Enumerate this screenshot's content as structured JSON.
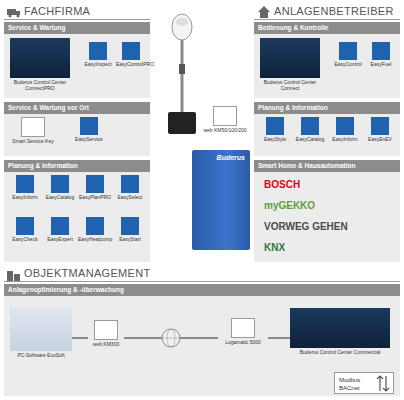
{
  "diagram": {
    "nodes": [
      {
        "text": [
          "FACHFIRMA"
        ]
      },
      {
        "text": [
          "Service & Wartung"
        ],
        "in": 0
      },
      {
        "text": [
          "Buderus Control Center ConnectPRO"
        ],
        "in": 1
      },
      {
        "text": [
          "EasyInspect"
        ],
        "in": 1
      },
      {
        "text": [
          "EasyControlPRO"
        ],
        "in": 1
      },
      {
        "text": [
          "Service & Wartung vor Ort"
        ],
        "in": 0
      },
      {
        "text": [
          "Smart Service Key"
        ],
        "in": 5
      },
      {
        "text": [
          "EasyService"
        ],
        "in": 5
      },
      {
        "text": [
          "Planung & Information"
        ],
        "in": 0
      },
      {
        "text": [
          "EasyInform"
        ],
        "in": 8
      },
      {
        "text": [
          "EasyCatalog"
        ],
        "in": 8
      },
      {
        "text": [
          "EasyPlanPRO"
        ],
        "in": 8
      },
      {
        "text": [
          "EasySelect"
        ],
        "in": 8
      },
      {
        "text": [
          "EasyCheck"
        ],
        "in": 8
      },
      {
        "text": [
          "EasyExpert"
        ],
        "in": 8
      },
      {
        "text": [
          "EasyHeatpump"
        ],
        "in": 8
      },
      {
        "text": [
          "EasyStart"
        ],
        "in": 8
      },
      {
        "text": [
          "ANLAGENBETREIBER"
        ]
      },
      {
        "text": [
          "Bedienung & Kontrolle"
        ],
        "in": 17
      },
      {
        "text": [
          "Buderus Control Center Connect"
        ],
        "in": 18
      },
      {
        "text": [
          "EasyControl"
        ],
        "in": 18
      },
      {
        "text": [
          "EasyFuel"
        ],
        "in": 18
      },
      {
        "text": [
          "Planung & Information"
        ],
        "in": 17
      },
      {
        "text": [
          "EasyStyle"
        ],
        "in": 22
      },
      {
        "text": [
          "EasyCatalog"
        ],
        "in": 22
      },
      {
        "text": [
          "EasyInform"
        ],
        "in": 22
      },
      {
        "text": [
          "EasyEnEV"
        ],
        "in": 22
      },
      {
        "text": [
          "Smart Home & Hausautomation"
        ],
        "in": 17
      },
      {
        "text": [
          "BOSCH"
        ],
        "in": 27
      },
      {
        "text": [
          "myGEKKO"
        ],
        "in": 27
      },
      {
        "text": [
          "VORWEG GEHEN"
        ],
        "in": 27
      },
      {
        "text": [
          "KNX"
        ],
        "in": 27
      },
      {
        "text": [
          "web KM50/100/200"
        ]
      },
      {
        "text": [
          "Buderus"
        ]
      },
      {
        "text": [
          "OBJEKTMANAGEMENT"
        ]
      },
      {
        "text": [
          "Anlagenoptimierung & -überwachung"
        ],
        "in": 34
      },
      {
        "text": [
          "PC-Software EcoSoft"
        ],
        "in": 35
      },
      {
        "text": [
          "web KM300"
        ],
        "in": 35
      },
      {
        "text": [
          "Logamatic 5000"
        ],
        "in": 35
      },
      {
        "text": [
          "Buderus Control Center Commercial"
        ],
        "in": 35
      },
      {
        "text": [
          "Modbus",
          "BACnet"
        ],
        "in": 35
      }
    ],
    "edges": [
      {
        "from": 36,
        "to": 37,
        "arrow": "none"
      },
      {
        "from": 37,
        "to": 38,
        "arrow": "none"
      },
      {
        "from": 38,
        "to": 39,
        "arrow": "none"
      }
    ]
  }
}
